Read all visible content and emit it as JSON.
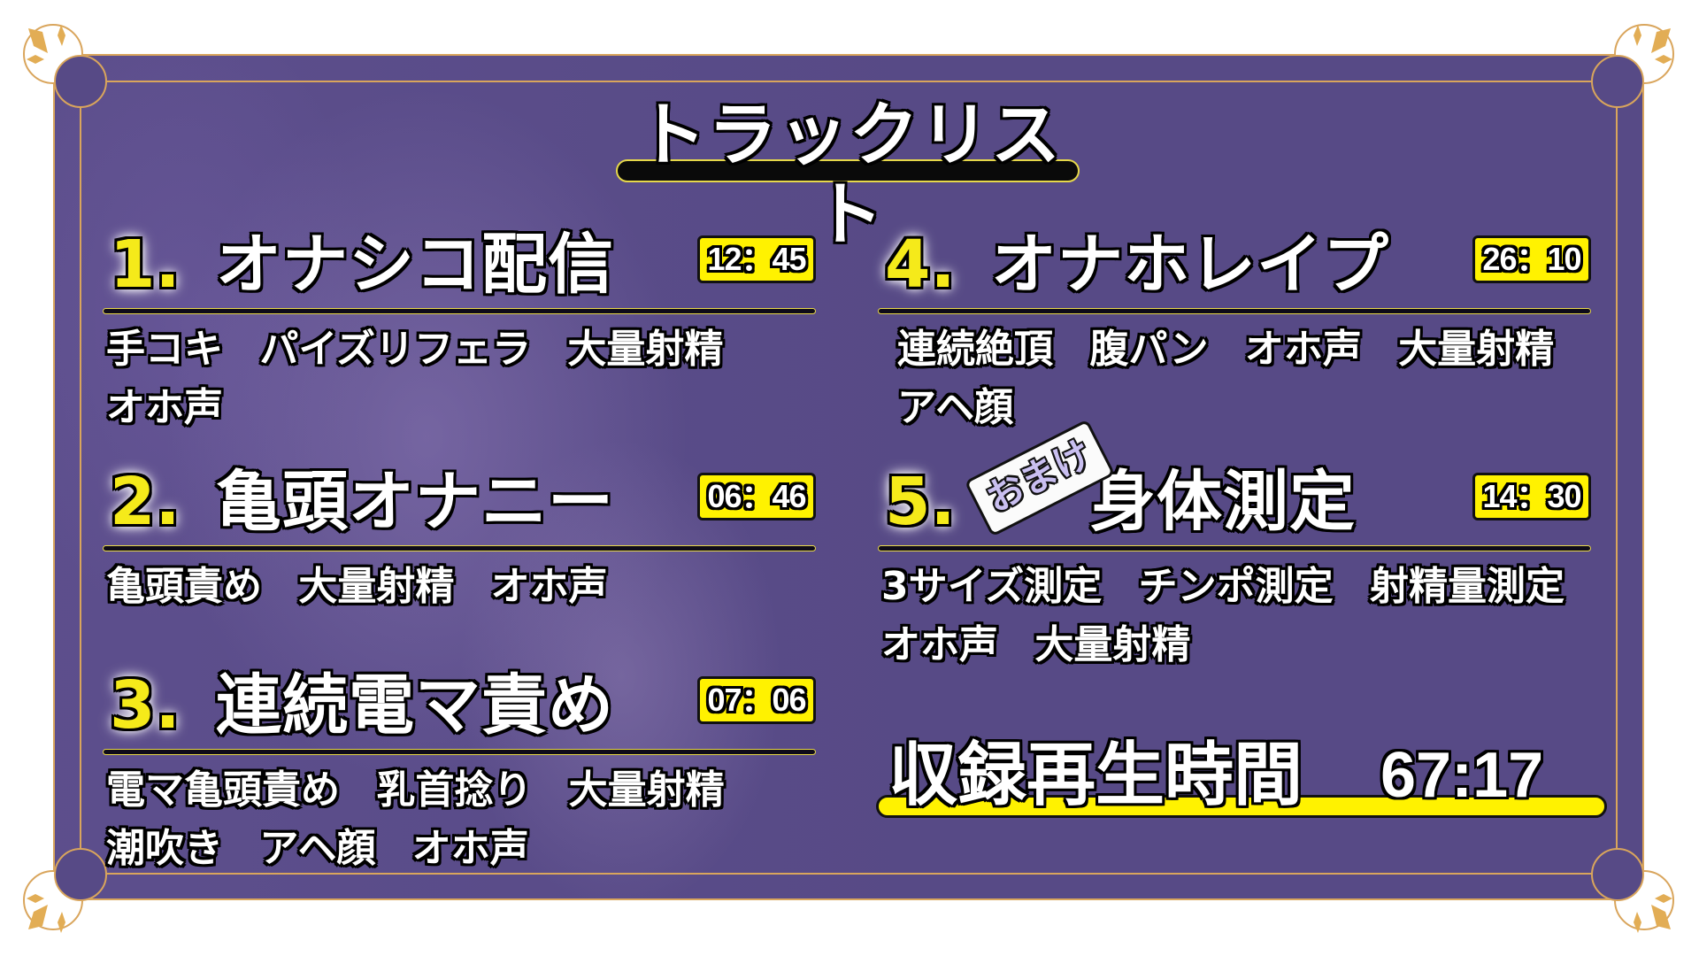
{
  "colors": {
    "panel": "#574a86",
    "border_gold": "#d9a55c",
    "badge_yellow": "#fff200",
    "number_yellow": "#f5ea1a",
    "omake_text": "#c9bff0"
  },
  "header": {
    "title": "トラックリスト"
  },
  "tracks": [
    {
      "number": "1.",
      "title": "オナシコ配信",
      "duration": "12：45",
      "tags": [
        [
          "手コキ",
          "パイズリフェラ",
          "大量射精"
        ],
        [
          "オホ声"
        ]
      ]
    },
    {
      "number": "2.",
      "title": "亀頭オナニー",
      "duration": "06：46",
      "tags": [
        [
          "亀頭責め",
          "大量射精",
          "オホ声"
        ]
      ]
    },
    {
      "number": "3.",
      "title": "連続電マ責め",
      "duration": "07：06",
      "tags": [
        [
          "電マ亀頭責め",
          "乳首捻り",
          "大量射精"
        ],
        [
          "潮吹き",
          "アヘ顔",
          "オホ声"
        ]
      ]
    },
    {
      "number": "4.",
      "title": "オナホレイプ",
      "duration": "26：10",
      "tags": [
        [
          "連続絶頂",
          "腹パン",
          "オホ声",
          "大量射精"
        ],
        [
          "アヘ顔"
        ]
      ]
    },
    {
      "number": "5.",
      "badge": "おまけ",
      "title": "身体測定",
      "duration": "14：30",
      "tags": [
        [
          "3サイズ測定",
          "チンポ測定",
          "射精量測定"
        ],
        [
          "オホ声",
          "大量射精"
        ]
      ]
    }
  ],
  "total": {
    "label": "収録再生時間",
    "value": "67:17"
  },
  "decorations": {
    "corner_icon": "sparkle-diamonds-icon"
  }
}
